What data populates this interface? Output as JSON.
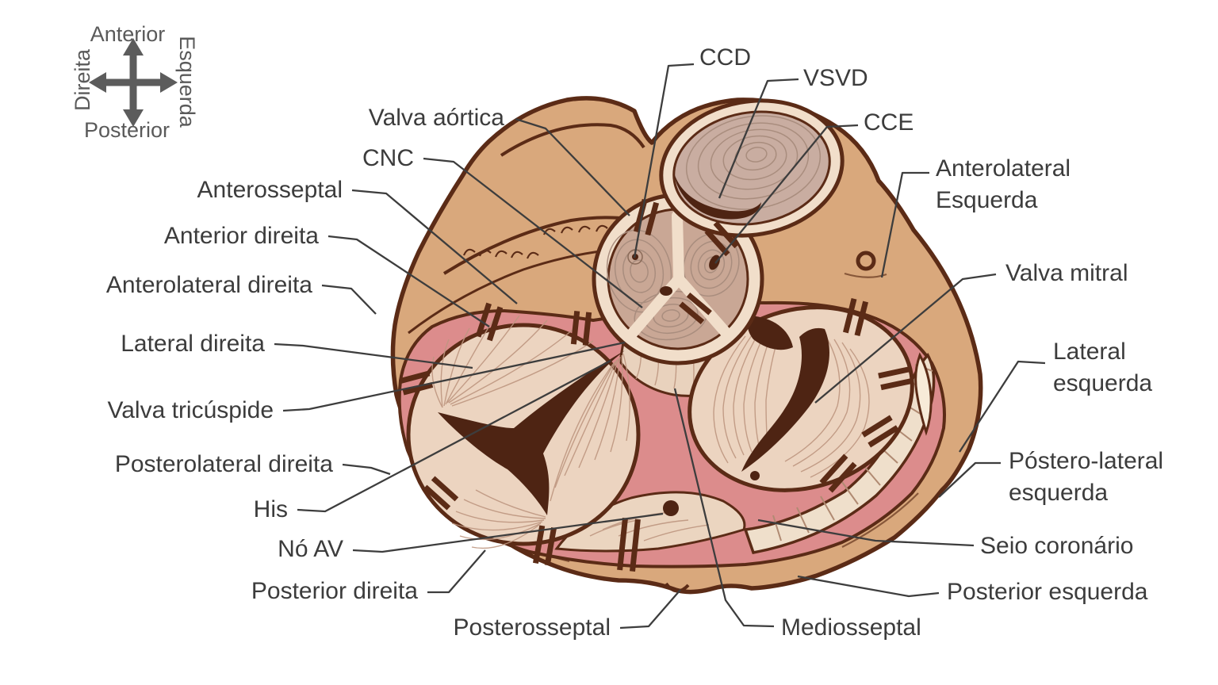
{
  "compass": {
    "top": "Anterior",
    "bottom": "Posterior",
    "left": "Direita",
    "right": "Esquerda"
  },
  "labels": {
    "valva_aortica": "Valva aórtica",
    "cnc": "CNC",
    "anterosseptal": "Anterosseptal",
    "anterior_direita": "Anterior direita",
    "anterolateral_direita": "Anterolateral direita",
    "lateral_direita": "Lateral direita",
    "valva_tricuspide": "Valva tricúspide",
    "posterolateral_direita": "Posterolateral direita",
    "his": "His",
    "no_av": "Nó AV",
    "posterior_direita": "Posterior direita",
    "posterosseptal": "Posterosseptal",
    "ccd": "CCD",
    "vsvd": "VSVD",
    "cce": "CCE",
    "anterolateral_esquerda_line1": "Anterolateral",
    "anterolateral_esquerda_line2": "Esquerda",
    "valva_mitral": "Valva mitral",
    "lateral_esquerda_line1": "Lateral",
    "lateral_esquerda_line2": "esquerda",
    "postero_lateral_esquerda_line1": "Póstero-lateral",
    "postero_lateral_esquerda_line2": "esquerda",
    "seio_coronario": "Seio coronário",
    "posterior_esquerda": "Posterior esquerda",
    "mediosseptal": "Mediosseptal"
  },
  "colors": {
    "background": "#FFFFFF",
    "body_tan": "#D9A87C",
    "myocardium_outline": "#5B2B16",
    "annulus_pink": "#DC8C8C",
    "leaflet_cream": "#ECD4C0",
    "cream_ring": "#F1DECA",
    "cusp_brown": "#C9A795",
    "outflow_gray": "#C9ADA1",
    "lumen_dark": "#4E2413",
    "label_text": "#3C3C3C",
    "compass_gray": "#5A5A5A"
  }
}
